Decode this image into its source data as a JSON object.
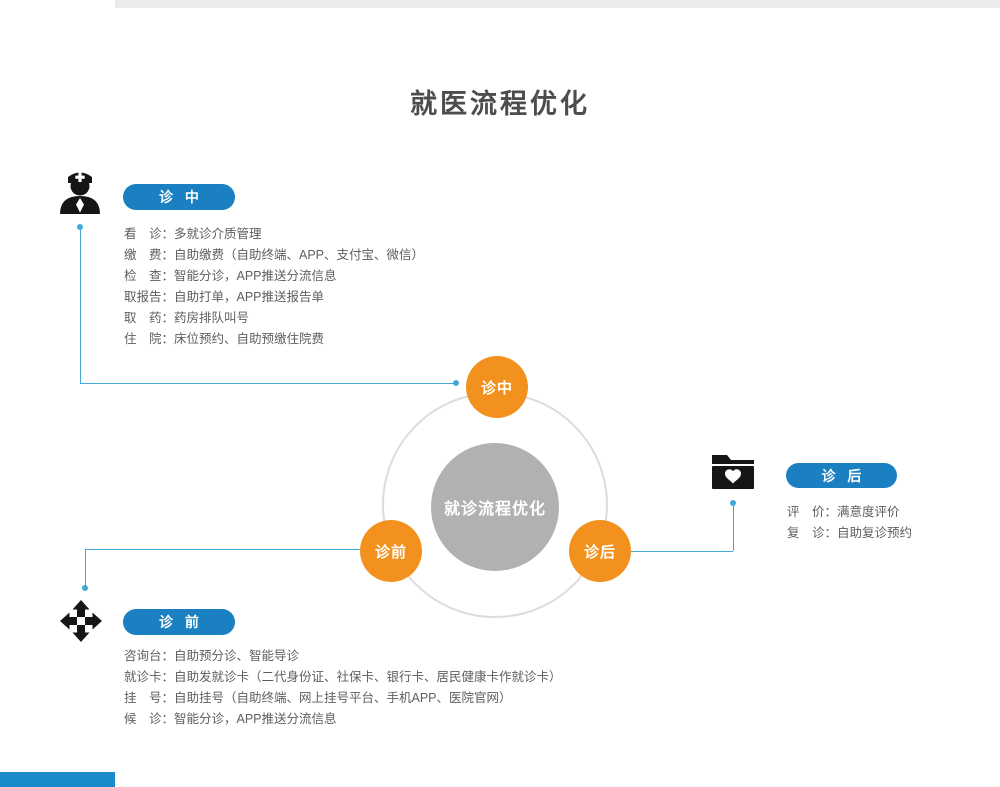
{
  "page": {
    "title": "就医流程优化"
  },
  "center": {
    "label": "就诊流程优化"
  },
  "nodes": {
    "mid": "诊中",
    "pre": "诊前",
    "post": "诊后"
  },
  "sections": {
    "mid": {
      "button_label": "诊 中",
      "items": [
        "看　诊：多就诊介质管理",
        "缴　费：自助缴费（自助终端、APP、支付宝、微信）",
        "检　查：智能分诊，APP推送分流信息",
        "取报告：自助打单，APP推送报告单",
        "取　药：药房排队叫号",
        "住　院：床位预约、自助预缴住院费"
      ]
    },
    "pre": {
      "button_label": "诊 前",
      "items": [
        "咨询台：自助预分诊、智能导诊",
        "就诊卡：自助发就诊卡（二代身份证、社保卡、银行卡、居民健康卡作就诊卡）",
        "挂　号：自助挂号（自助终端、网上挂号平台、手机APP、医院官网）",
        "候　诊：智能分诊，APP推送分流信息"
      ]
    },
    "post": {
      "button_label": "诊 后",
      "items": [
        "评　价：满意度评价",
        "复　诊：自助复诊预约"
      ]
    }
  },
  "icons": {
    "mid": "doctor-icon",
    "pre": "cross-arrows-icon",
    "post": "folder-heart-icon"
  },
  "colors": {
    "accent_blue": "#1a80c2",
    "accent_orange": "#f2911d",
    "line_blue": "#41a9da",
    "center_gray": "#b1b1b1",
    "ring_gray": "#dcdcdc",
    "bottom_bar_blue": "#1a8aca",
    "top_bar_gray": "#ebebeb"
  }
}
